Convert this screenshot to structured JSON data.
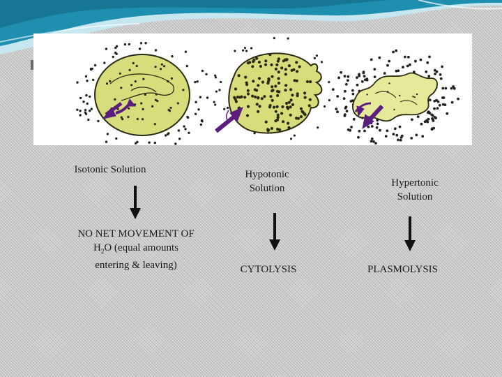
{
  "columns": [
    {
      "name": "Isotonic Solution",
      "result_parts": [
        "NO NET MOVEMENT OF",
        "H",
        "2",
        "O (equal amounts",
        "entering & leaving)"
      ]
    },
    {
      "name": "Hypotonic Solution",
      "result_parts": [
        "CYTOLYSIS"
      ]
    },
    {
      "name": "Hypertonic Solution",
      "result_parts": [
        "PLASMOLYSIS"
      ]
    }
  ],
  "colors": {
    "cell_fill": "#d8dd7c",
    "cell_stroke": "#2a2a10",
    "arrow_purple": "#5b1d7e",
    "header_teal": "#1f8fb0",
    "down_arrow": "#111111"
  },
  "icons": [
    "down-arrow-icon",
    "water-flow-arrow-icon"
  ]
}
